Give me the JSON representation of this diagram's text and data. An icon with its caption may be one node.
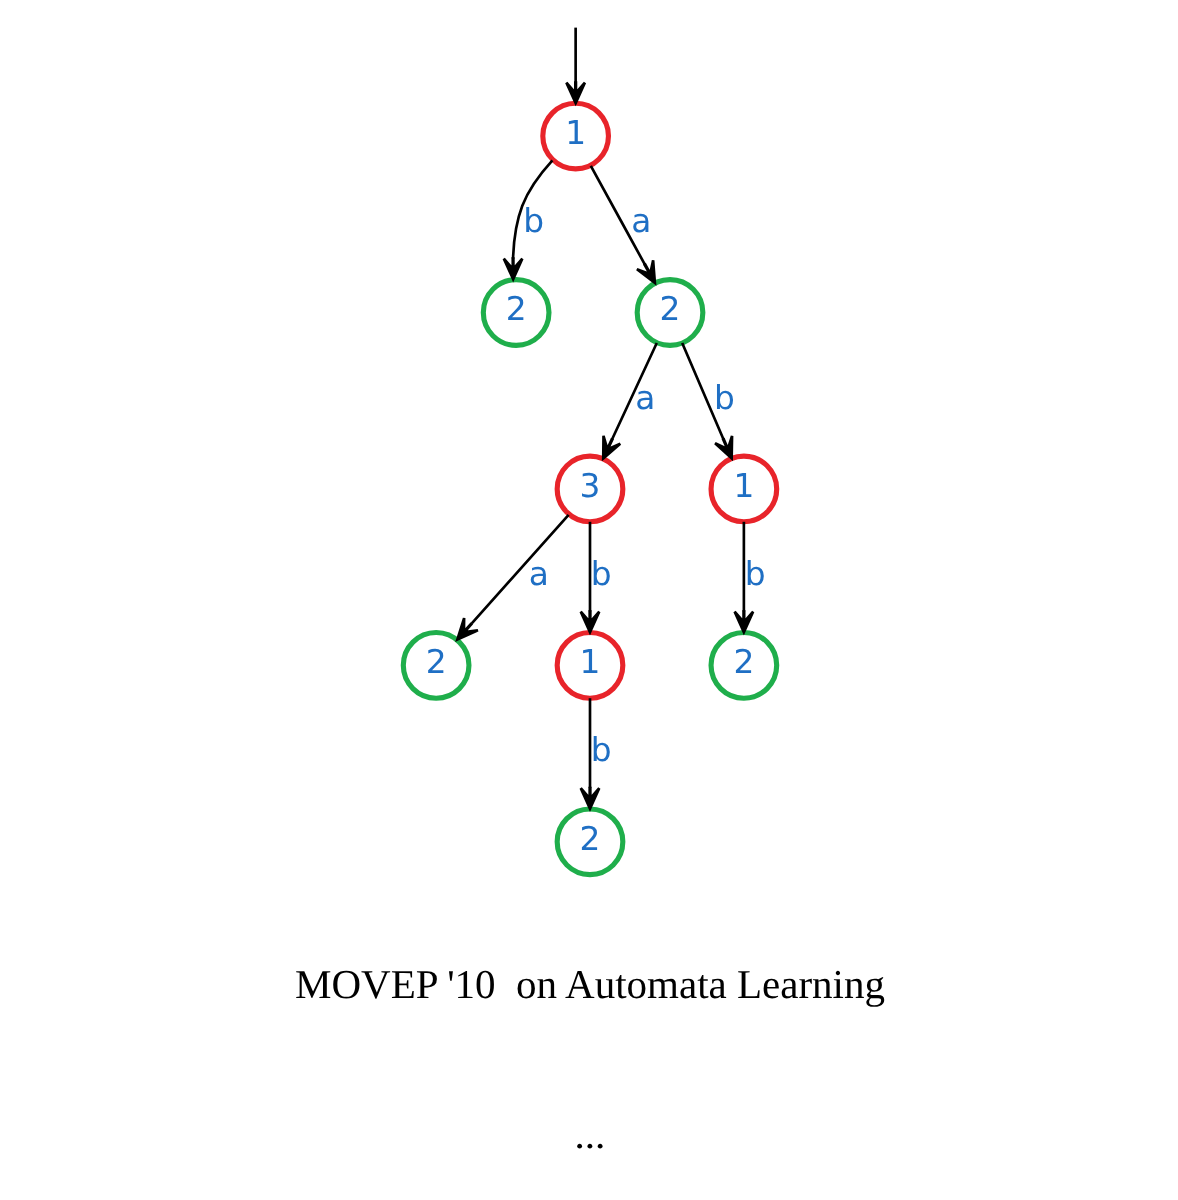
{
  "diagram": {
    "nodes": [
      {
        "text": [
          "1"
        ]
      },
      {
        "text": [
          "2"
        ]
      },
      {
        "text": [
          "2"
        ]
      },
      {
        "text": [
          "3"
        ]
      },
      {
        "text": [
          "1"
        ]
      },
      {
        "text": [
          "2"
        ]
      },
      {
        "text": [
          "1"
        ]
      },
      {
        "text": [
          "2"
        ]
      },
      {
        "text": [
          "2"
        ]
      }
    ],
    "edges": [
      {
        "from": null,
        "to": 0,
        "arrow": "to"
      },
      {
        "from": 0,
        "to": 1,
        "arrow": "to",
        "label": "b"
      },
      {
        "from": 0,
        "to": 2,
        "arrow": "to",
        "label": "a"
      },
      {
        "from": 2,
        "to": 3,
        "arrow": "to",
        "label": "a"
      },
      {
        "from": 2,
        "to": 4,
        "arrow": "to",
        "label": "b"
      },
      {
        "from": 3,
        "to": 5,
        "arrow": "to",
        "label": "a"
      },
      {
        "from": 3,
        "to": 6,
        "arrow": "to",
        "label": "b"
      },
      {
        "from": 4,
        "to": 7,
        "arrow": "to",
        "label": "b"
      },
      {
        "from": 6,
        "to": 8,
        "arrow": "to",
        "label": "b"
      }
    ],
    "labels": [
      "MOVEP '10  on Automata Learning",
      "..."
    ]
  }
}
